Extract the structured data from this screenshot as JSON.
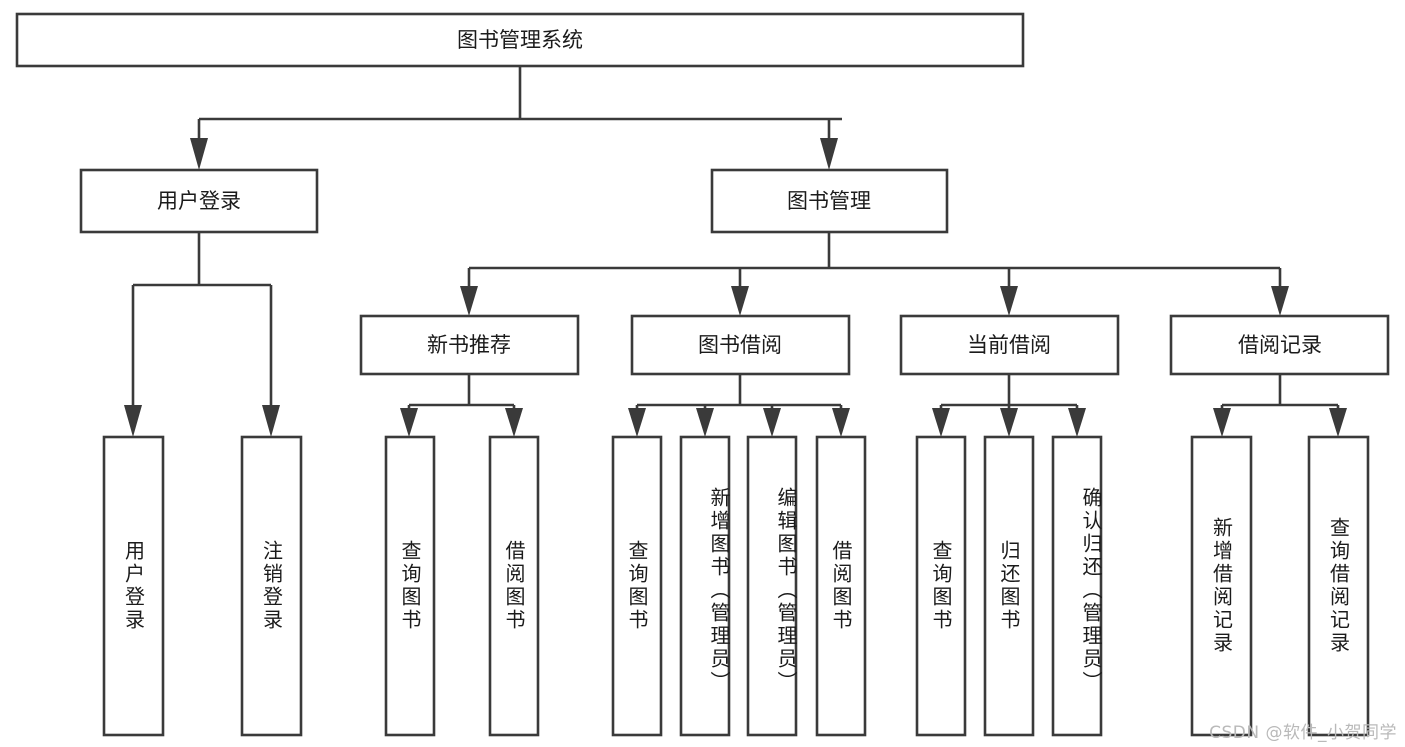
{
  "diagram": {
    "title": "图书管理系统",
    "type": "tree-hierarchy-diagram",
    "watermark": "CSDN @软件_小贺同学",
    "colors": {
      "box_stroke": "#3a3a3a",
      "box_fill": "#ffffff",
      "text": "#1b1b1b",
      "background": "#ffffff",
      "watermark_text": "#b9b9b9"
    },
    "root": {
      "id": "root",
      "label": "图书管理系统"
    },
    "level2": [
      {
        "id": "user-login",
        "label": "用户登录"
      },
      {
        "id": "book-management",
        "label": "图书管理"
      }
    ],
    "level3": [
      {
        "id": "new-book-recommend",
        "label": "新书推荐",
        "parent": "book-management"
      },
      {
        "id": "book-borrow",
        "label": "图书借阅",
        "parent": "book-management"
      },
      {
        "id": "current-borrow",
        "label": "当前借阅",
        "parent": "book-management"
      },
      {
        "id": "borrow-record",
        "label": "借阅记录",
        "parent": "book-management"
      }
    ],
    "leaves": [
      {
        "id": "leaf-user-login",
        "label": "用户登录",
        "parent": "user-login"
      },
      {
        "id": "leaf-logout-login",
        "label": "注销登录",
        "parent": "user-login"
      },
      {
        "id": "leaf-query-book-1",
        "label": "查询图书",
        "parent": "new-book-recommend"
      },
      {
        "id": "leaf-borrow-book-1",
        "label": "借阅图书",
        "parent": "new-book-recommend"
      },
      {
        "id": "leaf-query-book-2",
        "label": "查询图书",
        "parent": "book-borrow"
      },
      {
        "id": "leaf-add-book",
        "label": "新增图书（管理员）",
        "parent": "book-borrow"
      },
      {
        "id": "leaf-edit-book",
        "label": "编辑图书（管理员）",
        "parent": "book-borrow"
      },
      {
        "id": "leaf-borrow-book-2",
        "label": "借阅图书",
        "parent": "book-borrow"
      },
      {
        "id": "leaf-query-book-3",
        "label": "查询图书",
        "parent": "current-borrow"
      },
      {
        "id": "leaf-return-book",
        "label": "归还图书",
        "parent": "current-borrow"
      },
      {
        "id": "leaf-confirm-return",
        "label": "确认归还（管理员）",
        "parent": "current-borrow"
      },
      {
        "id": "leaf-add-record",
        "label": "新增借阅记录",
        "parent": "borrow-record"
      },
      {
        "id": "leaf-query-record",
        "label": "查询借阅记录",
        "parent": "borrow-record"
      }
    ]
  }
}
